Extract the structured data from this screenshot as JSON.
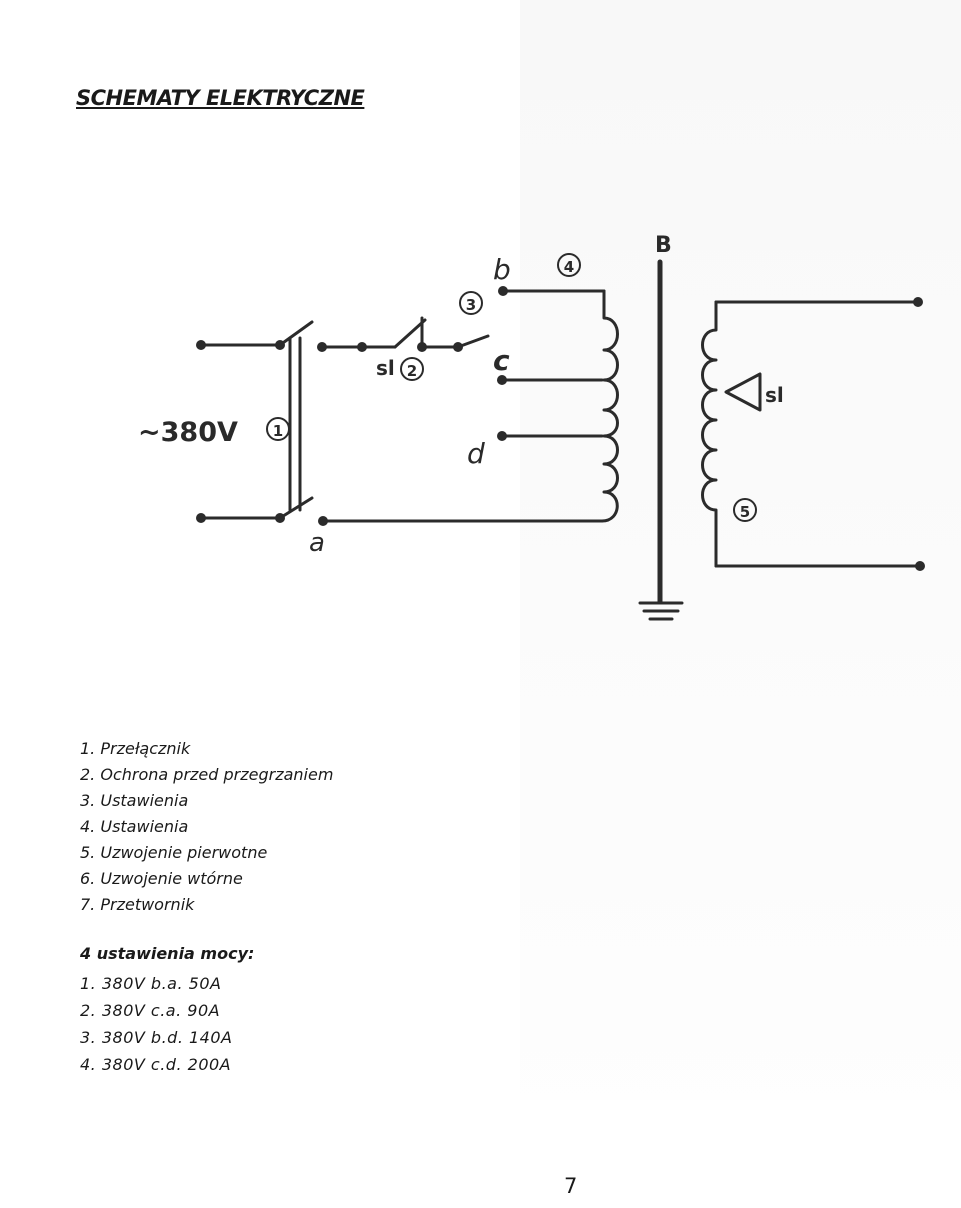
{
  "title": "SCHEMATY ELEKTRYCZNE",
  "diagram": {
    "voltage_label": "~380V",
    "switch_number": "1",
    "protection_label": "sl",
    "protection_number": "2",
    "setting3_number": "3",
    "setting4_number": "4",
    "primary_number": "5",
    "secondary_label": "sl",
    "terminal_a": "a",
    "terminal_b": "b",
    "terminal_c": "c",
    "terminal_d": "d",
    "core_label": "B"
  },
  "legend": [
    "1. Przełącznik",
    "2. Ochrona przed przegrzaniem",
    "3. Ustawienia",
    "4. Ustawienia",
    "5. Uzwojenie pierwotne",
    "6. Uzwojenie wtórne",
    "7. Przetwornik"
  ],
  "power_settings": {
    "heading": "4 ustawienia mocy:",
    "items": [
      "1. 380V b.a. 50A",
      "2. 380V c.a. 90A",
      "3. 380V b.d. 140A",
      "4. 380V c.d. 200A"
    ]
  },
  "page_number": "7"
}
